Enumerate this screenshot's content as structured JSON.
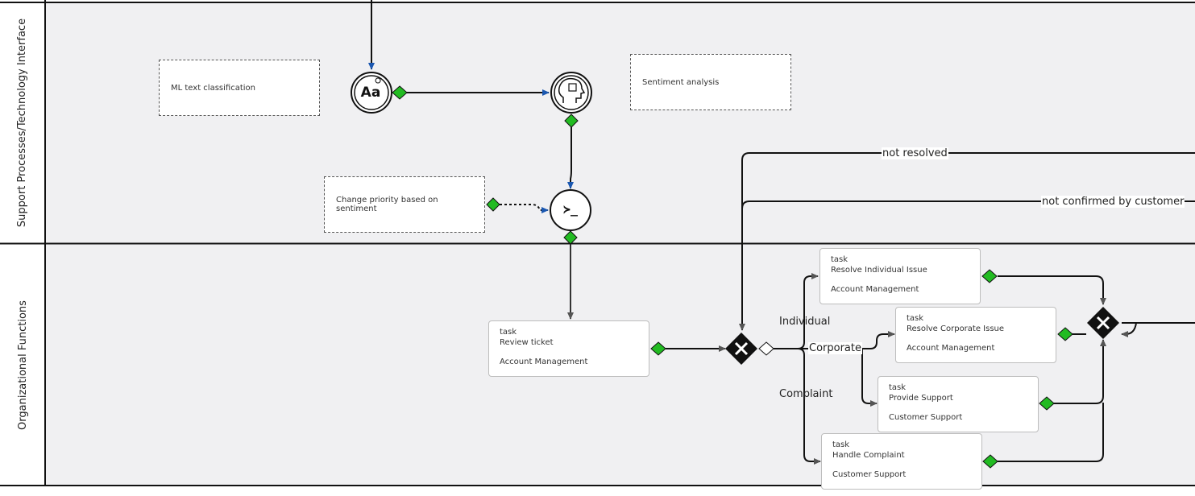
{
  "lanes": {
    "support": "Support Processes/Technology Interface",
    "org": "Organizational Functions"
  },
  "annotations": {
    "ml": "ML text classification",
    "sentiment": "Sentiment analysis",
    "priority": "Change priority based on sentiment"
  },
  "tasks": {
    "review": {
      "kind": "task",
      "name": "Review ticket",
      "role": "Account Management"
    },
    "individual": {
      "kind": "task",
      "name": "Resolve Individual Issue",
      "role": "Account Management"
    },
    "corporate": {
      "kind": "task",
      "name": "Resolve Corporate Issue",
      "role": "Account Management"
    },
    "support": {
      "kind": "task",
      "name": "Provide Support",
      "role": "Customer Support"
    },
    "complaint": {
      "kind": "task",
      "name": "Handle Complaint",
      "role": "Customer Support"
    }
  },
  "edge_labels": {
    "not_resolved": "not resolved",
    "not_confirmed": "not confirmed by customer",
    "individual": "Individual",
    "corporate": "Corporate",
    "complaint": "Complaint"
  },
  "icons": {
    "text_classification": "Aa",
    "script_prompt": "≻_"
  },
  "colors": {
    "lane_bg": "#f0f0f2",
    "connector_green": "#22bb22",
    "arrow_blue": "#1a57b0",
    "gateway": "#111111"
  }
}
